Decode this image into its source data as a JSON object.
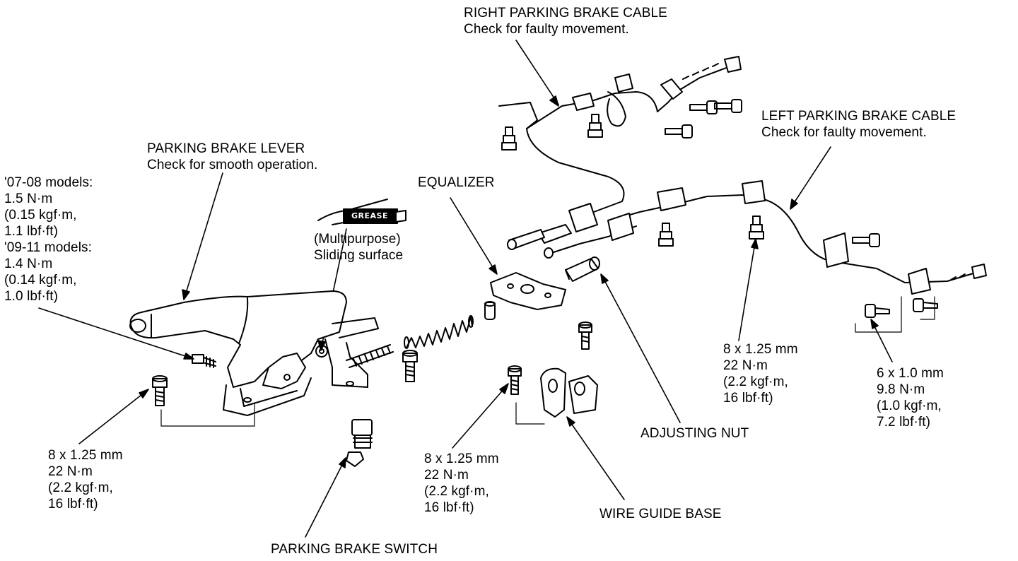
{
  "labels": {
    "right_cable": {
      "line1": "RIGHT PARKING BRAKE CABLE",
      "line2": "Check for faulty movement."
    },
    "left_cable": {
      "line1": "LEFT PARKING BRAKE CABLE",
      "line2": "Check for faulty movement."
    },
    "lever": {
      "line1": "PARKING BRAKE LEVER",
      "line2": "Check for smooth operation."
    },
    "lever_torque": {
      "l1": "'07-08 models:",
      "l2": "1.5 N·m",
      "l3": "(0.15 kgf·m,",
      "l4": "1.1 lbf·ft)",
      "l5": "'09-11 models:",
      "l6": "1.4 N·m",
      "l7": "(0.14 kgf·m,",
      "l8": "1.0 lbf·ft)"
    },
    "grease": {
      "tag": "GREASE",
      "line1": "(Multipurpose)",
      "line2": "Sliding surface"
    },
    "equalizer": "EQUALIZER",
    "bolt_left": {
      "l1": "8 x 1.25 mm",
      "l2": "22 N·m",
      "l3": "(2.2 kgf·m,",
      "l4": "16 lbf·ft)"
    },
    "bolt_center": {
      "l1": "8 x 1.25 mm",
      "l2": "22 N·m",
      "l3": "(2.2 kgf·m,",
      "l4": "16 lbf·ft)"
    },
    "bolt_right": {
      "l1": "8 x 1.25 mm",
      "l2": "22 N·m",
      "l3": "(2.2 kgf·m,",
      "l4": "16 lbf·ft)"
    },
    "bolt_small": {
      "l1": "6 x 1.0 mm",
      "l2": "9.8 N·m",
      "l3": "(1.0 kgf·m,",
      "l4": "7.2 lbf·ft)"
    },
    "adjusting_nut": "ADJUSTING NUT",
    "wire_guide": "WIRE GUIDE BASE",
    "switch": "PARKING BRAKE SWITCH"
  }
}
